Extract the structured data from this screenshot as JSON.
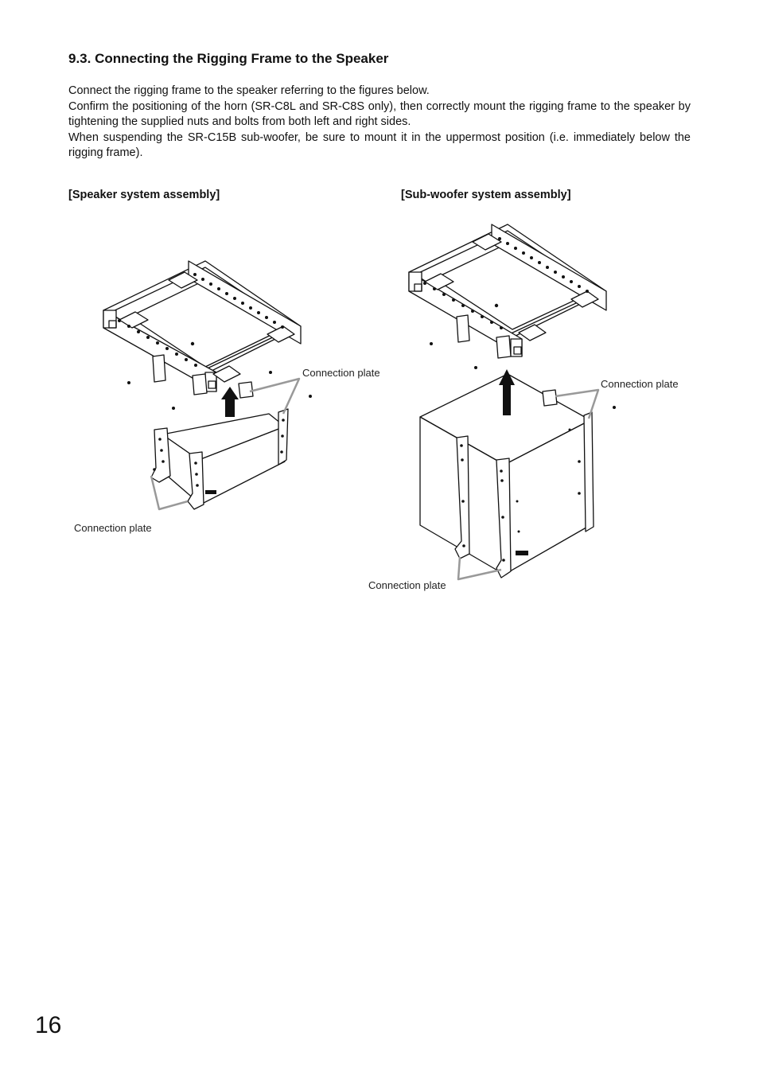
{
  "section": {
    "heading": "9.3. Connecting the Rigging Frame to the Speaker",
    "paragraphs": [
      "Connect the rigging frame to the speaker referring to the figures below.",
      "Confirm the positioning of the horn (SR-C8L and SR-C8S only), then correctly mount the rigging frame to the speaker by tightening the supplied nuts and bolts from both left and right sides.",
      "When suspending the SR-C15B sub-woofer, be sure to mount it in the uppermost position (i.e. immediately below the rigging frame)."
    ]
  },
  "figures": {
    "speaker": {
      "title": "[Speaker system assembly]",
      "callout_top": "Connection plate",
      "callout_bottom": "Connection plate"
    },
    "subwoofer": {
      "title": "[Sub-woofer system assembly]",
      "callout_top": "Connection plate",
      "callout_bottom": "Connection plate"
    }
  },
  "page_number": "16"
}
